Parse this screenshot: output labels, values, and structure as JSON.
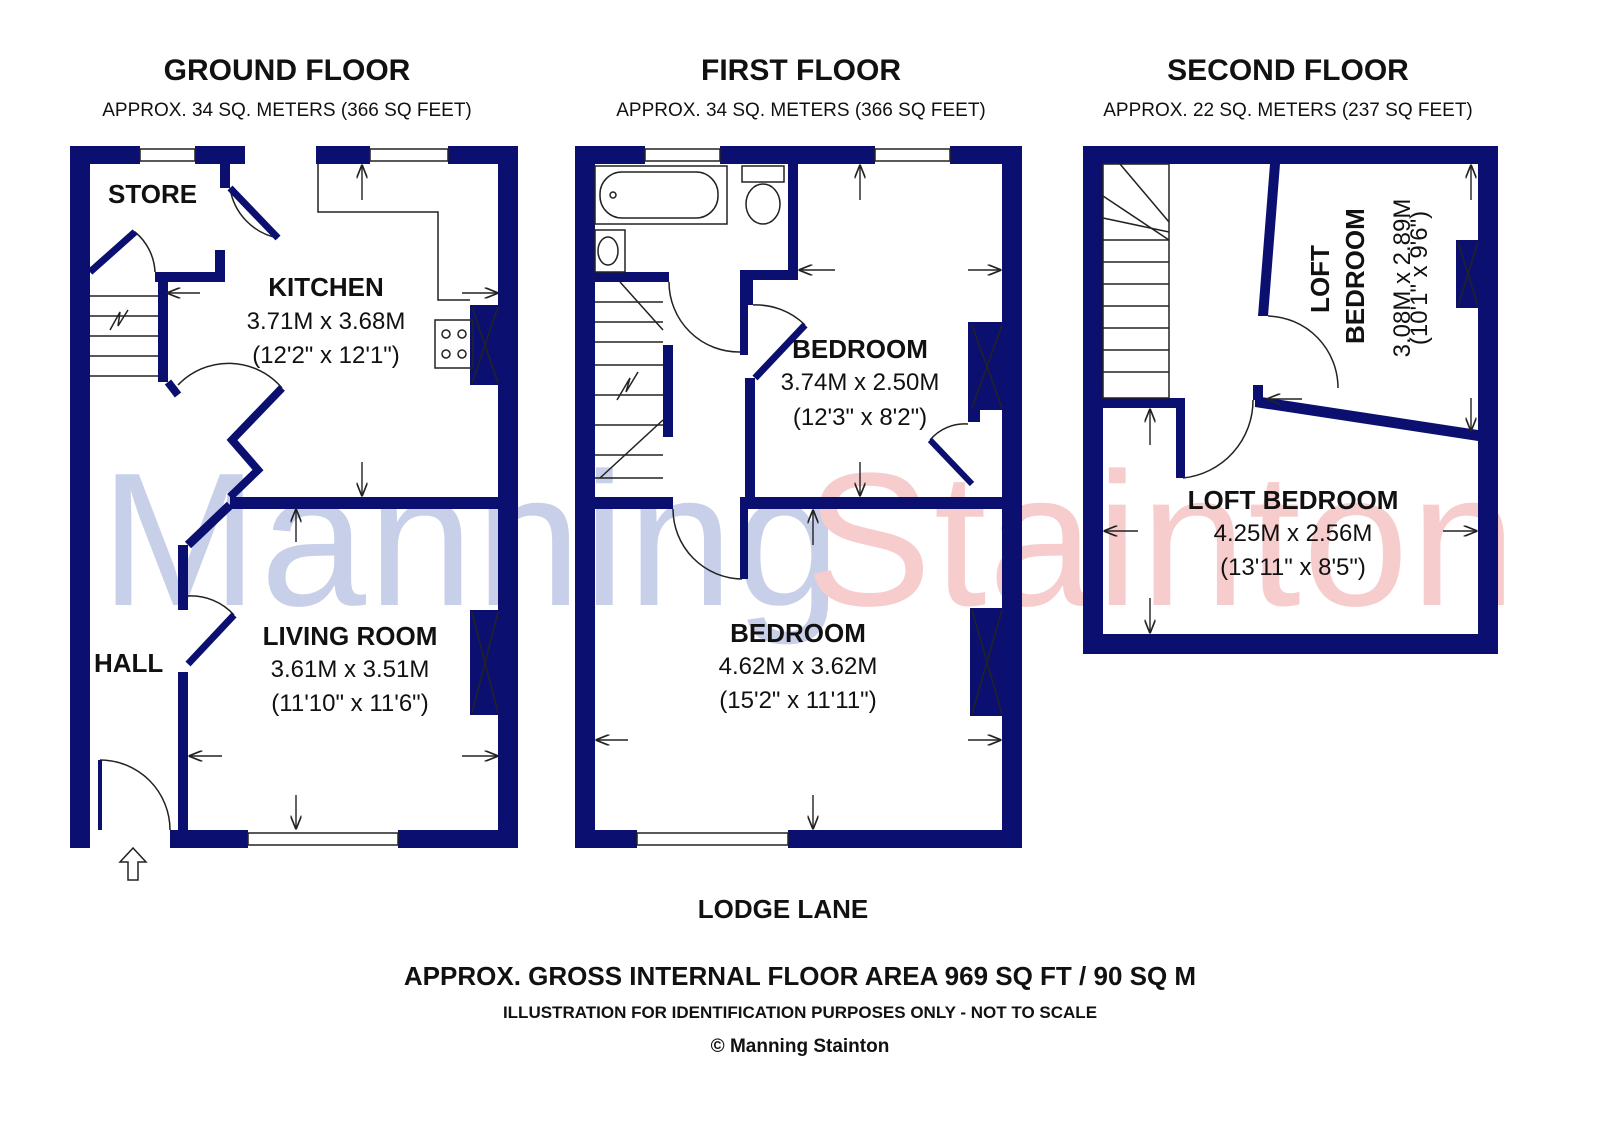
{
  "colors": {
    "wall": "#0b1070",
    "line": "#222222",
    "watermark_a": "#c8cfe9",
    "watermark_b": "#f7cccc"
  },
  "watermark": {
    "part1": "Manning",
    "part2": "Stainton"
  },
  "floors": [
    {
      "title": "GROUND FLOOR",
      "area": "APPROX. 34 SQ. METERS (366 SQ FEET)",
      "rooms": [
        {
          "name": "STORE"
        },
        {
          "name": "KITCHEN",
          "metric": "3.71M x 3.68M",
          "imperial": "(12'2\" x 12'1\")"
        },
        {
          "name": "HALL"
        },
        {
          "name": "LIVING ROOM",
          "metric": "3.61M x 3.51M",
          "imperial": "(11'10\" x 11'6\")"
        }
      ]
    },
    {
      "title": "FIRST FLOOR",
      "area": "APPROX. 34 SQ. METERS (366 SQ FEET)",
      "rooms": [
        {
          "name": "BEDROOM",
          "metric": "3.74M x 2.50M",
          "imperial": "(12'3\" x 8'2\")"
        },
        {
          "name": "BEDROOM",
          "metric": "4.62M x 3.62M",
          "imperial": "(15'2\" x 11'11\")"
        }
      ]
    },
    {
      "title": "SECOND FLOOR",
      "area": "APPROX. 22 SQ. METERS (237 SQ FEET)",
      "rooms": [
        {
          "name": "LOFT",
          "name2": "BEDROOM",
          "metric": "3.08M x 2.89M",
          "imperial": "(10'1\" x 9'6\")"
        },
        {
          "name": "LOFT BEDROOM",
          "metric": "4.25M x 2.56M",
          "imperial": "(13'11\" x 8'5\")"
        }
      ]
    }
  ],
  "street": "LODGE LANE",
  "footer": {
    "gross_area": "APPROX. GROSS INTERNAL FLOOR AREA 969 SQ FT / 90 SQ M",
    "disclaimer": "ILLUSTRATION FOR IDENTIFICATION PURPOSES ONLY - NOT TO SCALE",
    "copyright": "© Manning Stainton"
  }
}
